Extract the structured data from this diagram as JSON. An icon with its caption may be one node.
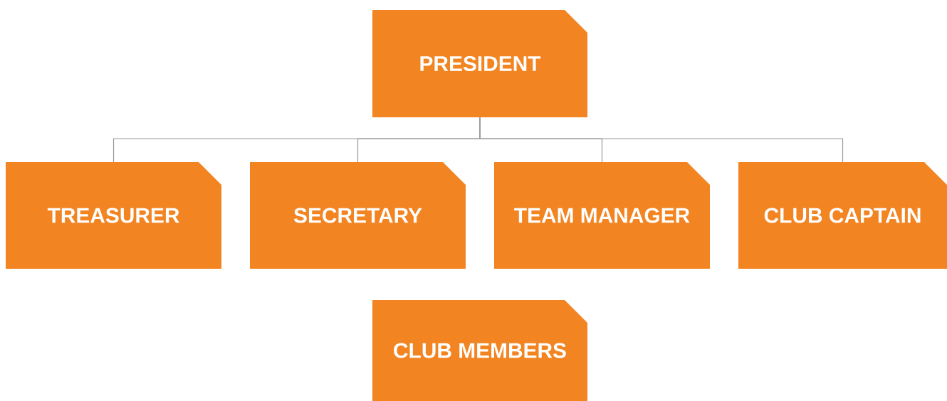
{
  "diagram": {
    "nodes": [
      {
        "text": [
          "PRESIDENT"
        ]
      },
      {
        "text": [
          "TREASURER"
        ]
      },
      {
        "text": [
          "SECRETARY"
        ]
      },
      {
        "text": [
          "TEAM MANAGER"
        ]
      },
      {
        "text": [
          "CLUB CAPTAIN"
        ]
      },
      {
        "text": [
          "CLUB MEMBERS"
        ]
      }
    ],
    "edges": [
      {
        "from": 0,
        "to": 1,
        "arrow": "none"
      },
      {
        "from": 0,
        "to": 2,
        "arrow": "none"
      },
      {
        "from": 0,
        "to": 3,
        "arrow": "none"
      },
      {
        "from": 0,
        "to": 4,
        "arrow": "none"
      }
    ]
  }
}
